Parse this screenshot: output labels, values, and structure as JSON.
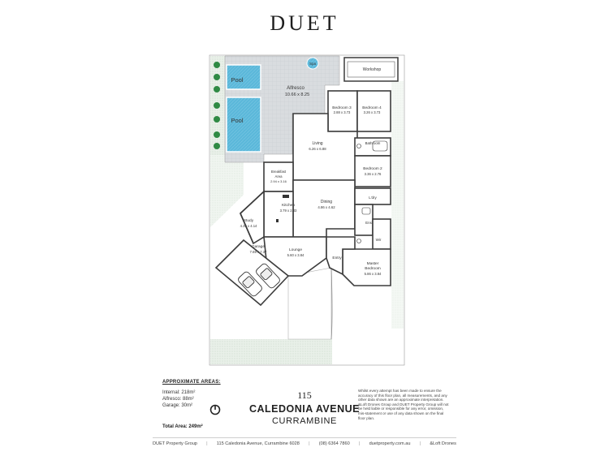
{
  "brand": "DUET",
  "rooms": {
    "pool_1": "Pool",
    "pool_2": "Pool",
    "spa": "Spa",
    "alfresco": "Alfresco",
    "alfresco_dim": "10.66 x 8.25",
    "workshop": "Workshop",
    "bedroom3": "Bedroom 3",
    "bedroom3_dim": "2.88 x 3.73",
    "bedroom4": "Bedroom 4",
    "bedroom4_dim": "3.26 x 3.73",
    "living": "Living",
    "living_dim": "6.26 x 6.88",
    "bathroom": "Bathroom",
    "bedroom2": "Bedroom 2",
    "bedroom2_dim": "3.36 x 2.76",
    "breakfast": "Breakfast",
    "breakfast_area": "Area",
    "breakfast_dim": "2.94 x 3.16",
    "kitchen": "Kitchen",
    "kitchen_dim": "3.79 x 2.33",
    "dining": "Dining",
    "dining_dim": "4.86 x 4.62",
    "ldry": "L'dry",
    "ens": "Ens",
    "wir": "Wir",
    "study": "Study",
    "study_dim": "4.39 x 4.14",
    "garage": "Garage",
    "garage_dim": "7.69 x 7.37",
    "lounge": "Lounge",
    "lounge_dim": "5.60 x 3.84",
    "entry": "Entry",
    "master": "Master",
    "master_bedroom": "Bedroom",
    "master_dim": "5.86 x 3.84"
  },
  "areas": {
    "title": "APPROXIMATE AREAS:",
    "internal": "Internal: 218m²",
    "alfresco": "Alfresco: 88m²",
    "garage": "Garage: 30m²",
    "total": "Total Area: 249m²"
  },
  "address": {
    "number": "115",
    "street": "CALEDONIA AVENUE",
    "suburb": "CURRAMBINE"
  },
  "disclaimer": "Whilst every attempt has been made to ensure the accuracy of this floor plan, all measurements, and any other data shown are an approximate interpretation. &Loft Drones Group and DUET Property Group will not be held liable or responsible for any error, omission, mis-statement or use of any data shown on the final floor plan.",
  "footer": {
    "company": "DUET Property Group",
    "address": "115 Caledonia Avenue, Currambine 6028",
    "phone": "(08) 6364 7860",
    "website": "duetproperty.com.au",
    "credit": "&Loft Drones"
  },
  "colors": {
    "wall": "#3c3c3c",
    "grass": "#e6eee6",
    "paving": "#d5d8dc",
    "pool": "#59b7d9",
    "tree": "#2f8a44",
    "floor": "#ffffff"
  },
  "icons": [
    "compass-icon",
    "car-icon",
    "tree-icon",
    "sink-icon",
    "bath-icon",
    "toilet-icon"
  ]
}
